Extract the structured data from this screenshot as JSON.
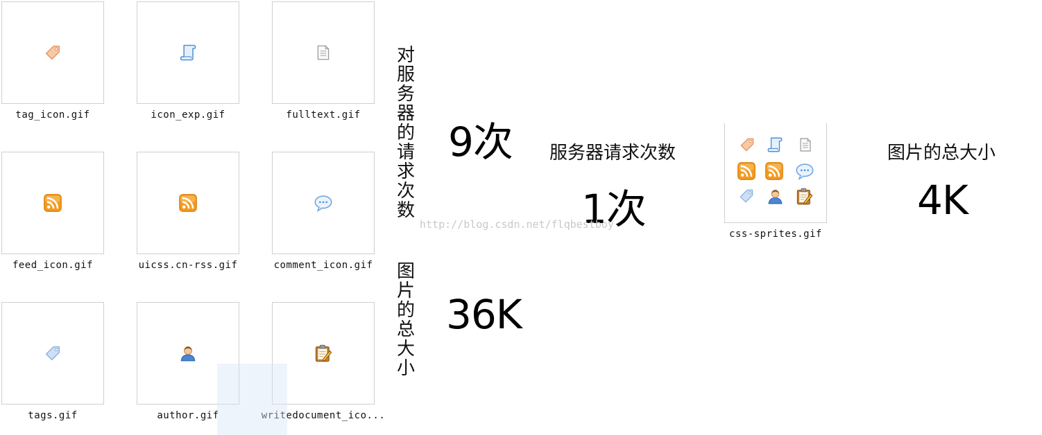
{
  "files": [
    {
      "name": "tag_icon.gif",
      "icon": "tag-icon"
    },
    {
      "name": "icon_exp.gif",
      "icon": "scroll-icon"
    },
    {
      "name": "fulltext.gif",
      "icon": "document-icon"
    },
    {
      "name": "feed_icon.gif",
      "icon": "rss-feed-icon"
    },
    {
      "name": "uicss.cn-rss.gif",
      "icon": "rss-feed-icon"
    },
    {
      "name": "comment_icon.gif",
      "icon": "comment-bubble-icon"
    },
    {
      "name": "tags.gif",
      "icon": "tag-icon"
    },
    {
      "name": "author.gif",
      "icon": "person-icon"
    },
    {
      "name": "writedocument_ico...",
      "icon": "notepad-pencil-icon"
    }
  ],
  "left_stats": {
    "requests_label": "对服务器的请求次数",
    "requests_value": "9次",
    "size_label": "图片的总大小",
    "size_value": "36K"
  },
  "sprite": {
    "file_name": "css-sprites.gif",
    "requests_label": "服务器请求次数",
    "requests_value": "1次",
    "size_label": "图片的总大小",
    "size_value": "4K"
  },
  "watermark": "http://blog.csdn.net/flqbestboy",
  "colors": {
    "rss_orange": "#f39a1e",
    "tag_peach": "#f2b48a",
    "tag_blue": "#a9c8ec",
    "scroll_blue": "#5b9be0",
    "bubble_blue": "#79a9e1",
    "thumb_border": "#cfcfcf",
    "selection_highlight": "#d6e5f5"
  }
}
